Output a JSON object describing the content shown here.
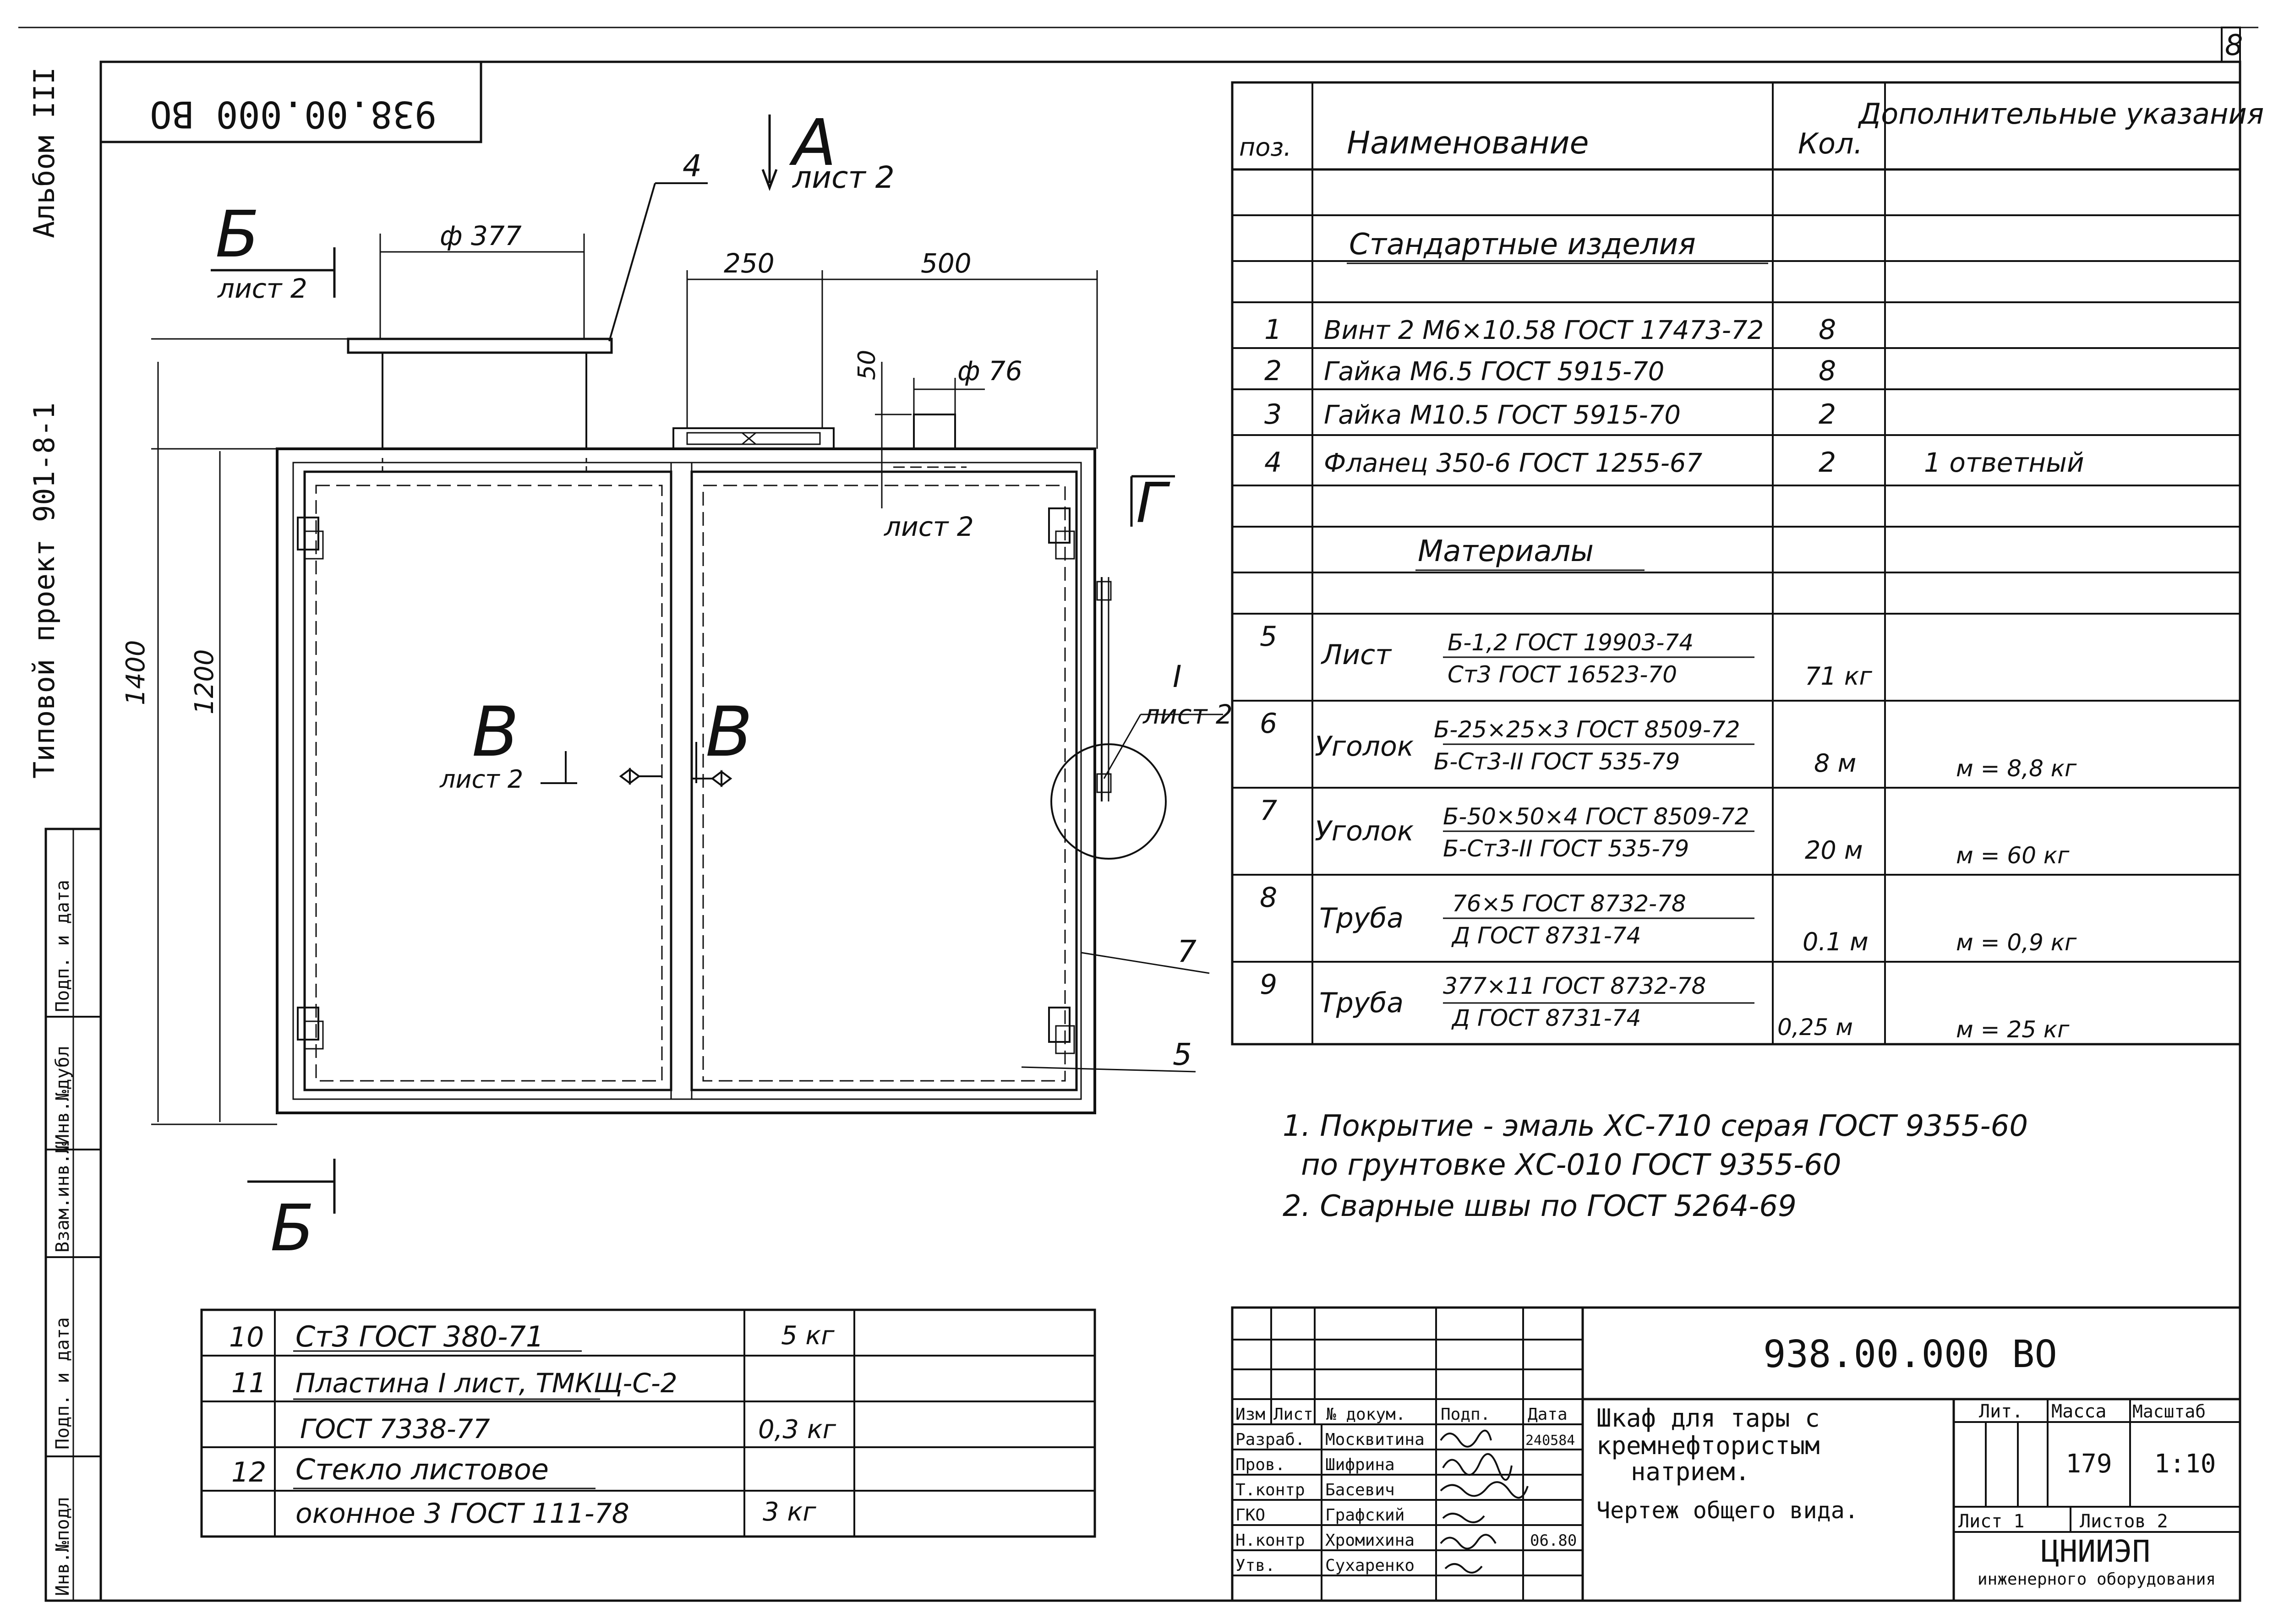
{
  "sheet_number": "8",
  "doc_code": "938.00.000 ВО",
  "doc_code_rotated": "938.00.000 ВО",
  "margin_title": {
    "album": "Альбом III",
    "project": "Типовой проект 901-8-1"
  },
  "margin_stamp": [
    "Инв.№подл",
    "Подп. и дата",
    "Взам.инв.№",
    "Инв.№дубл",
    "Подп. и дата"
  ],
  "drawing": {
    "section_A": "А",
    "section_A_ref": "лист 2",
    "section_B_top": "Б",
    "section_B_top_ref": "лист 2",
    "section_B_bottom": "Б",
    "section_G": "Г",
    "view_V_left": "В",
    "view_V_left_ref": "лист 2",
    "view_V_right": "В",
    "detail_I": "I",
    "detail_I_ref": "лист 2",
    "g_ref": "лист 2",
    "dims": {
      "phi377": "ф 377",
      "d250": "250",
      "d500": "500",
      "d50": "50",
      "phi76": "ф 76",
      "h1400": "1400",
      "h1200": "1200"
    },
    "callouts": {
      "c4": "4",
      "c7": "7",
      "c5": "5"
    }
  },
  "spec_table": {
    "headers": {
      "pos": "поз.",
      "name": "Наименование",
      "qty": "Кол.",
      "notes": "Дополнительные указания"
    },
    "section_standard": "Стандартные изделия",
    "section_materials": "Материалы",
    "rows_standard": [
      {
        "pos": "1",
        "name": "Винт 2 М6×10.58 ГОСТ 17473-72",
        "qty": "8",
        "note": ""
      },
      {
        "pos": "2",
        "name": "Гайка М6.5 ГОСТ 5915-70",
        "qty": "8",
        "note": ""
      },
      {
        "pos": "3",
        "name": "Гайка М10.5 ГОСТ 5915-70",
        "qty": "2",
        "note": ""
      },
      {
        "pos": "4",
        "name": "Фланец 350-6 ГОСТ 1255-67",
        "qty": "2",
        "note": "1 ответный"
      }
    ],
    "rows_materials": [
      {
        "pos": "5",
        "name": "Лист",
        "top": "Б-1,2 ГОСТ 19903-74",
        "bottom": "Ст3 ГОСТ 16523-70",
        "qty": "71 кг",
        "note": ""
      },
      {
        "pos": "6",
        "name": "Уголок",
        "top": "Б-25×25×3 ГОСТ 8509-72",
        "bottom": "Б-Ст3-II ГОСТ 535-79",
        "qty": "8 м",
        "note": "м = 8,8 кг"
      },
      {
        "pos": "7",
        "name": "Уголок",
        "top": "Б-50×50×4 ГОСТ 8509-72",
        "bottom": "Б-Ст3-II ГОСТ 535-79",
        "qty": "20 м",
        "note": "м = 60 кг"
      },
      {
        "pos": "8",
        "name": "Труба",
        "top": "76×5 ГОСТ 8732-78",
        "bottom": "Д ГОСТ 8731-74",
        "qty": "0.1 м",
        "note": "м = 0,9 кг"
      },
      {
        "pos": "9",
        "name": "Труба",
        "top": "377×11 ГОСТ 8732-78",
        "bottom": "Д ГОСТ 8731-74",
        "qty": "0,25 м",
        "note": "м = 25 кг"
      }
    ]
  },
  "notes": [
    "1. Покрытие - эмаль ХС-710 серая ГОСТ 9355-60",
    "по грунтовке ХС-010 ГОСТ 9355-60",
    "2. Сварные швы по ГОСТ 5264-69"
  ],
  "extra_table": [
    {
      "pos": "10",
      "line1": "Ст3 ГОСТ 380-71",
      "line2": "",
      "qty": "5 кг"
    },
    {
      "pos": "11",
      "line1": "Пластина I лист, ТМКЩ-С-2",
      "line2": "ГОСТ 7338-77",
      "qty": "0,3 кг"
    },
    {
      "pos": "12",
      "line1": "Стекло листовое",
      "line2": "оконное 3 ГОСТ 111-78",
      "qty": "3 кг"
    }
  ],
  "title_block": {
    "doc_code": "938.00.000 ВО",
    "title": [
      "Шкаф для тары с",
      "кремнефтористым",
      "натрием.",
      "Чертеж общего вида."
    ],
    "head_izm": "Изм",
    "head_list": "Лист",
    "head_doc": "№ докум.",
    "head_podp": "Подп.",
    "head_date": "Дата",
    "roles": [
      {
        "role": "Разраб.",
        "name": "Москвитина",
        "date": "240584"
      },
      {
        "role": "Пров.",
        "name": "Шифрина",
        "date": ""
      },
      {
        "role": "Т.контр",
        "name": "Басевич",
        "date": ""
      },
      {
        "role": "ГКО",
        "name": "Графский",
        "date": ""
      },
      {
        "role": "Н.контр",
        "name": "Хромихина",
        "date": "06.80"
      },
      {
        "role": "Утв.",
        "name": "Сухаренко",
        "date": ""
      }
    ],
    "lit_label": "Лит.",
    "mass_label": "Масса",
    "scale_label": "Масштаб",
    "mass": "179",
    "scale": "1:10",
    "sheet_label": "Лист 1",
    "sheets_label": "Листов 2",
    "org1": "ЦНИИЭП",
    "org2": "инженерного оборудования"
  }
}
